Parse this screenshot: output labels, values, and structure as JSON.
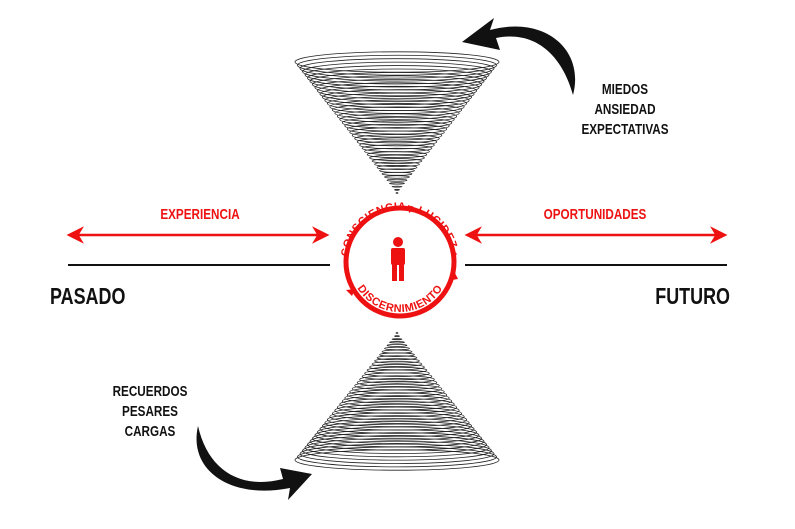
{
  "diagram": {
    "colors": {
      "accent": "#ee1111",
      "ink": "#111111",
      "background": "#ffffff"
    },
    "timeline": {
      "past_label": "PASADO",
      "future_label": "FUTURO",
      "left_arrow_label": "EXPERIENCIA",
      "right_arrow_label": "OPORTUNIDADES"
    },
    "center_badge": {
      "ring_text_top_left": "CONSCIENCIA",
      "ring_text_top_right": "LUCIDEZ",
      "ring_text_bottom": "DISCERNIMIENTO",
      "separator": "•",
      "icon": "person-icon"
    },
    "future_cone": {
      "labels": [
        "MIEDOS",
        "ANSIEDAD",
        "EXPECTATIVAS"
      ],
      "arrow_icon": "curved-arrow-icon"
    },
    "past_cone": {
      "labels": [
        "RECUERDOS",
        "PESARES",
        "CARGAS"
      ],
      "arrow_icon": "curved-arrow-icon"
    }
  }
}
